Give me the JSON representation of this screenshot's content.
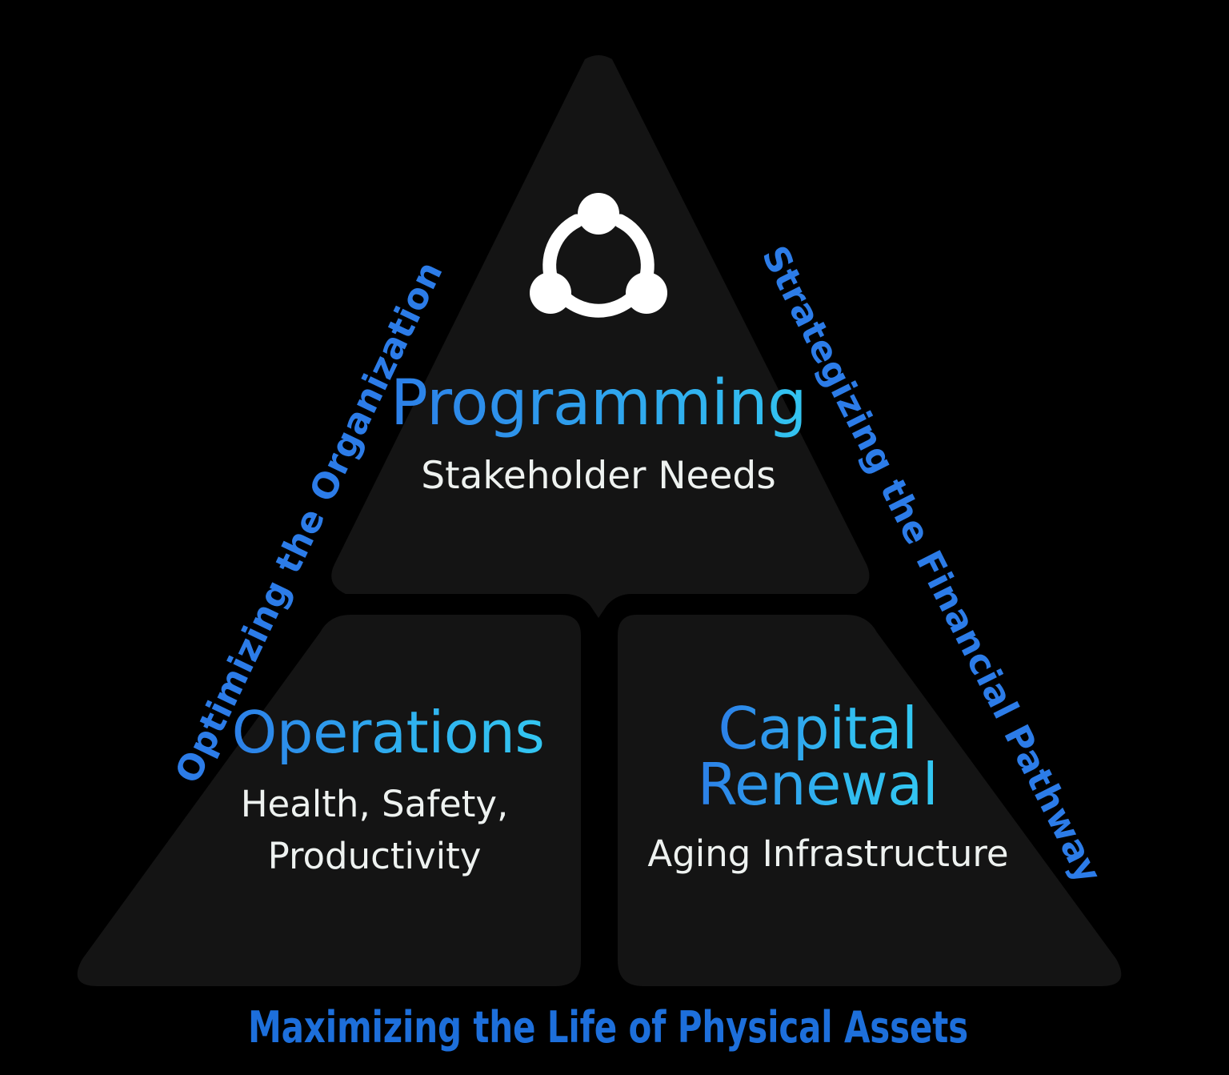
{
  "diagram": {
    "title_hidden": "Asset Management Triangle",
    "background_color": "#000000",
    "panel_color": "#141414",
    "gradient_start": "#2c7fe8",
    "gradient_end": "#33c4f0",
    "edge_label_color": "#2c7ce8",
    "caption_color": "#1d6fdb",
    "subtitle_color": "#eef2f0",
    "icon": {
      "name": "share-network-icon",
      "color": "#ffffff",
      "node_count": 3
    }
  },
  "segments": [
    {
      "id": "programming",
      "title": "Programming",
      "subtitle_lines": [
        "Stakeholder Needs"
      ],
      "position": "top"
    },
    {
      "id": "operations",
      "title": "Operations",
      "subtitle_lines": [
        "Health, Safety,",
        "Productivity"
      ],
      "position": "bottom-left"
    },
    {
      "id": "capital-renewal",
      "title_lines": [
        "Capital",
        "Renewal"
      ],
      "title": "Capital Renewal",
      "subtitle_lines": [
        "Aging Infrastructure"
      ],
      "position": "bottom-right"
    }
  ],
  "edges": {
    "left": "Optimizing the Organization",
    "right": "Strategizing the Financial Pathway"
  },
  "caption": "Maximizing the Life of Physical Assets"
}
